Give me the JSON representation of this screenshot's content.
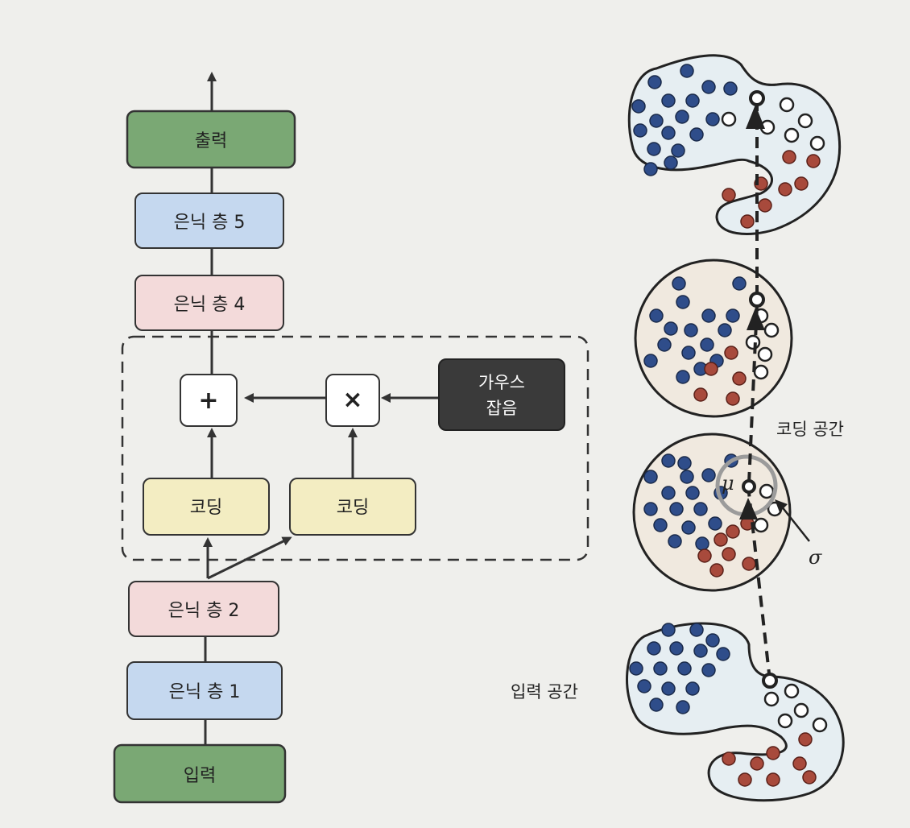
{
  "nodes": {
    "output": "출력",
    "hidden5": "은닉 층 5",
    "hidden4": "은닉 층 4",
    "plus": "+",
    "times": "×",
    "noise_line1": "가우스",
    "noise_line2": "잡음",
    "coding_left": "코딩",
    "coding_right": "코딩",
    "hidden2": "은닉 층 2",
    "hidden1": "은닉 층 1",
    "input": "입력"
  },
  "labels": {
    "coding_space": "코딩 공간",
    "input_space": "입력 공간",
    "mu": "μ",
    "sigma": "σ"
  },
  "colors": {
    "green": "#7aa874",
    "blue_box": "#c5d8ef",
    "pink_box": "#f3dada",
    "yellow_box": "#f3edc2",
    "dark_box": "#3a3a3a",
    "blue_dot": "#2f4d8a",
    "red_dot": "#a84a3c",
    "region_fill": "#e6eef2",
    "circle_fill": "#f0e9df"
  }
}
